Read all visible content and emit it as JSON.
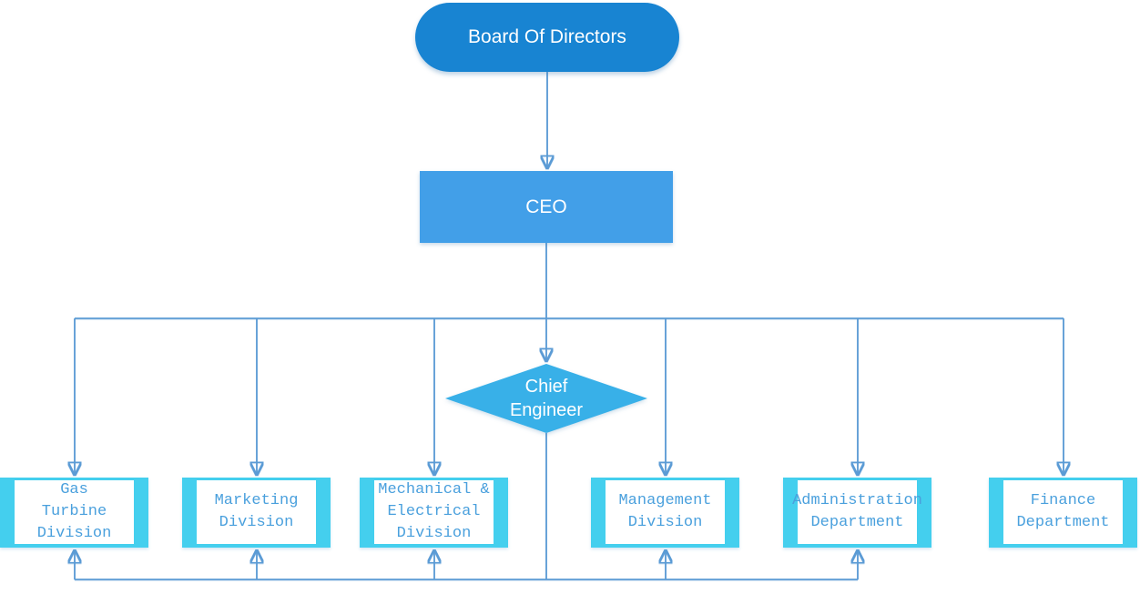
{
  "colors": {
    "board-fill": "#1884d2",
    "ceo-fill": "#429fe8",
    "diamond-fill": "#38b0e8",
    "dept-bar": "#44cfee",
    "dept-text": "#4aa0dd",
    "line": "#5b9bd5",
    "arrow": "#4d88c9",
    "node-text": "#ffffff"
  },
  "nodes": {
    "board": {
      "label": "Board Of Directors",
      "shape": "rounded-pill"
    },
    "ceo": {
      "label": "CEO",
      "shape": "rectangle"
    },
    "chief_engineer": {
      "label": "Chief\nEngineer",
      "shape": "diamond"
    },
    "departments": [
      {
        "id": "gas-turbine-division",
        "label": "Gas\nTurbine\nDivision"
      },
      {
        "id": "marketing-division",
        "label": "Marketing\nDivision"
      },
      {
        "id": "mechanical-electrical-division",
        "label": "Mechanical &\nElectrical\nDivision"
      },
      {
        "id": "management-division",
        "label": "Management\nDivision"
      },
      {
        "id": "administration-department",
        "label": "Administration\nDepartment"
      },
      {
        "id": "finance-department",
        "label": "Finance\nDepartment"
      }
    ]
  },
  "edges": [
    {
      "from": "board-of-directors",
      "to": "ceo",
      "arrow": "down"
    },
    {
      "from": "ceo",
      "to": "chief-engineer",
      "arrow": "down"
    },
    {
      "from": "ceo",
      "to": "gas-turbine-division",
      "arrow": "down",
      "via": "top-rail"
    },
    {
      "from": "ceo",
      "to": "marketing-division",
      "arrow": "down",
      "via": "top-rail"
    },
    {
      "from": "ceo",
      "to": "mechanical-electrical-division",
      "arrow": "down",
      "via": "top-rail"
    },
    {
      "from": "ceo",
      "to": "management-division",
      "arrow": "down",
      "via": "top-rail"
    },
    {
      "from": "ceo",
      "to": "administration-department",
      "arrow": "down",
      "via": "top-rail"
    },
    {
      "from": "ceo",
      "to": "finance-department",
      "arrow": "down",
      "via": "top-rail"
    },
    {
      "from": "chief-engineer",
      "to": "gas-turbine-division",
      "arrow": "up",
      "via": "bottom-rail"
    },
    {
      "from": "chief-engineer",
      "to": "marketing-division",
      "arrow": "up",
      "via": "bottom-rail"
    },
    {
      "from": "chief-engineer",
      "to": "mechanical-electrical-division",
      "arrow": "up",
      "via": "bottom-rail"
    },
    {
      "from": "chief-engineer",
      "to": "management-division",
      "arrow": "up",
      "via": "bottom-rail"
    },
    {
      "from": "chief-engineer",
      "to": "administration-department",
      "arrow": "up",
      "via": "bottom-rail"
    }
  ]
}
